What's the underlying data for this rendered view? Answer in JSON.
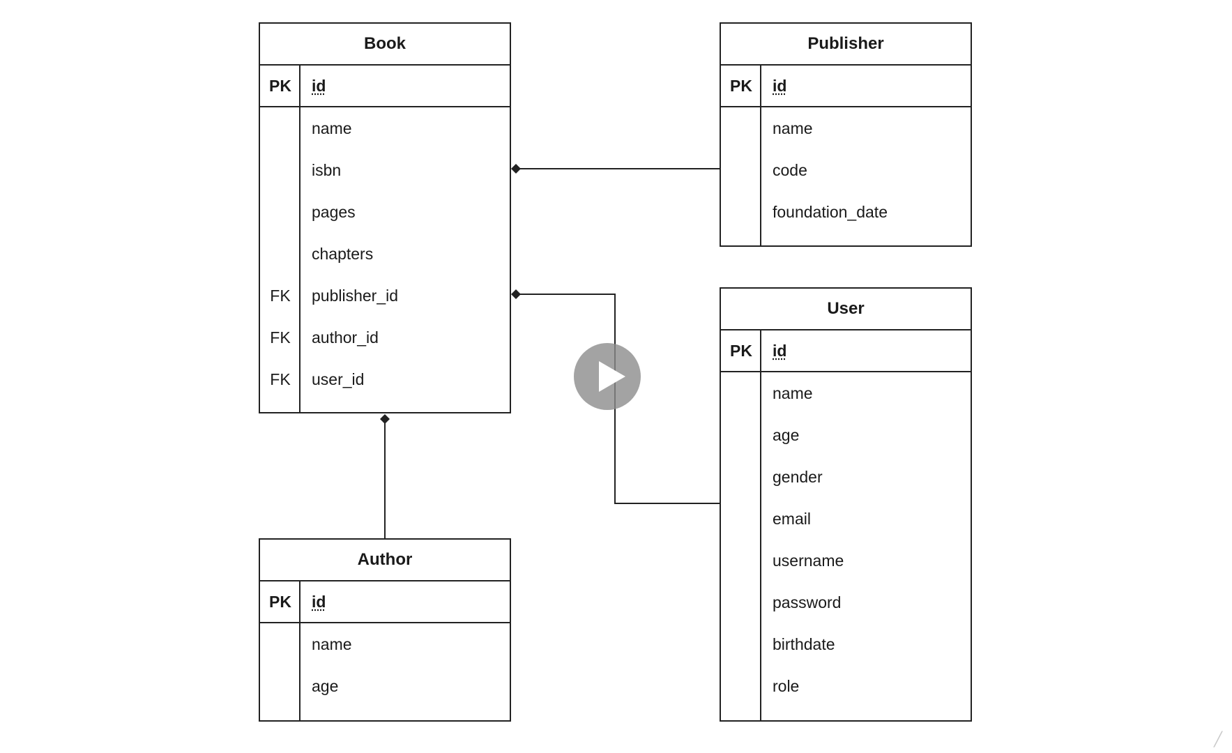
{
  "entities": {
    "book": {
      "title": "Book",
      "pk": {
        "key": "PK",
        "field": "id"
      },
      "attributes": [
        {
          "key": "",
          "field": "name"
        },
        {
          "key": "",
          "field": "isbn"
        },
        {
          "key": "",
          "field": "pages"
        },
        {
          "key": "",
          "field": "chapters"
        },
        {
          "key": "FK",
          "field": "publisher_id"
        },
        {
          "key": "FK",
          "field": "author_id"
        },
        {
          "key": "FK",
          "field": "user_id"
        }
      ]
    },
    "publisher": {
      "title": "Publisher",
      "pk": {
        "key": "PK",
        "field": "id"
      },
      "attributes": [
        {
          "key": "",
          "field": "name"
        },
        {
          "key": "",
          "field": "code"
        },
        {
          "key": "",
          "field": "foundation_date"
        }
      ]
    },
    "user": {
      "title": "User",
      "pk": {
        "key": "PK",
        "field": "id"
      },
      "attributes": [
        {
          "key": "",
          "field": "name"
        },
        {
          "key": "",
          "field": "age"
        },
        {
          "key": "",
          "field": "gender"
        },
        {
          "key": "",
          "field": "email"
        },
        {
          "key": "",
          "field": "username"
        },
        {
          "key": "",
          "field": "password"
        },
        {
          "key": "",
          "field": "birthdate"
        },
        {
          "key": "",
          "field": "role"
        }
      ]
    },
    "author": {
      "title": "Author",
      "pk": {
        "key": "PK",
        "field": "id"
      },
      "attributes": [
        {
          "key": "",
          "field": "name"
        },
        {
          "key": "",
          "field": "age"
        }
      ]
    }
  },
  "relationships": [
    {
      "from": "Book",
      "to": "Publisher"
    },
    {
      "from": "Book",
      "to": "User"
    },
    {
      "from": "Book",
      "to": "Author"
    }
  ],
  "icons": {
    "play": "play-icon",
    "watermark": "watermark-icon"
  },
  "colors": {
    "line": "#222222",
    "play_button": "#8c8c8c"
  }
}
